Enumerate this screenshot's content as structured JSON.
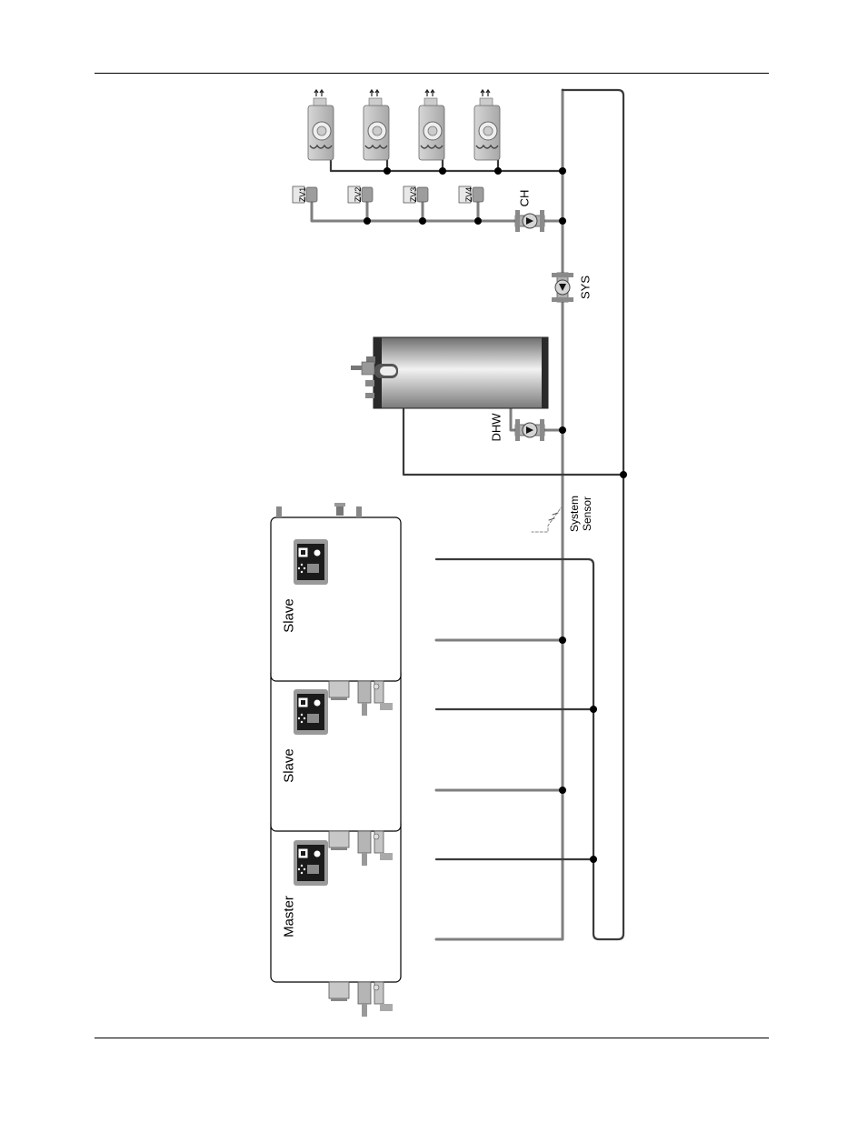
{
  "boilers": [
    {
      "label": "Master"
    },
    {
      "label": "Slave"
    },
    {
      "label": "Slave"
    }
  ],
  "pumps": {
    "ch": "CH",
    "sys": "SYS",
    "dhw": "DHW"
  },
  "zones": [
    "ZV1",
    "ZV2",
    "ZV3",
    "ZV4"
  ],
  "sensor": {
    "line1": "System",
    "line2": "Sensor"
  },
  "colors": {
    "pipe_supply": "#7f7f7f",
    "pipe_return": "#3a3a3a",
    "component_fill": "#bdbdbd",
    "tank_dark": "#2a2a2a"
  }
}
